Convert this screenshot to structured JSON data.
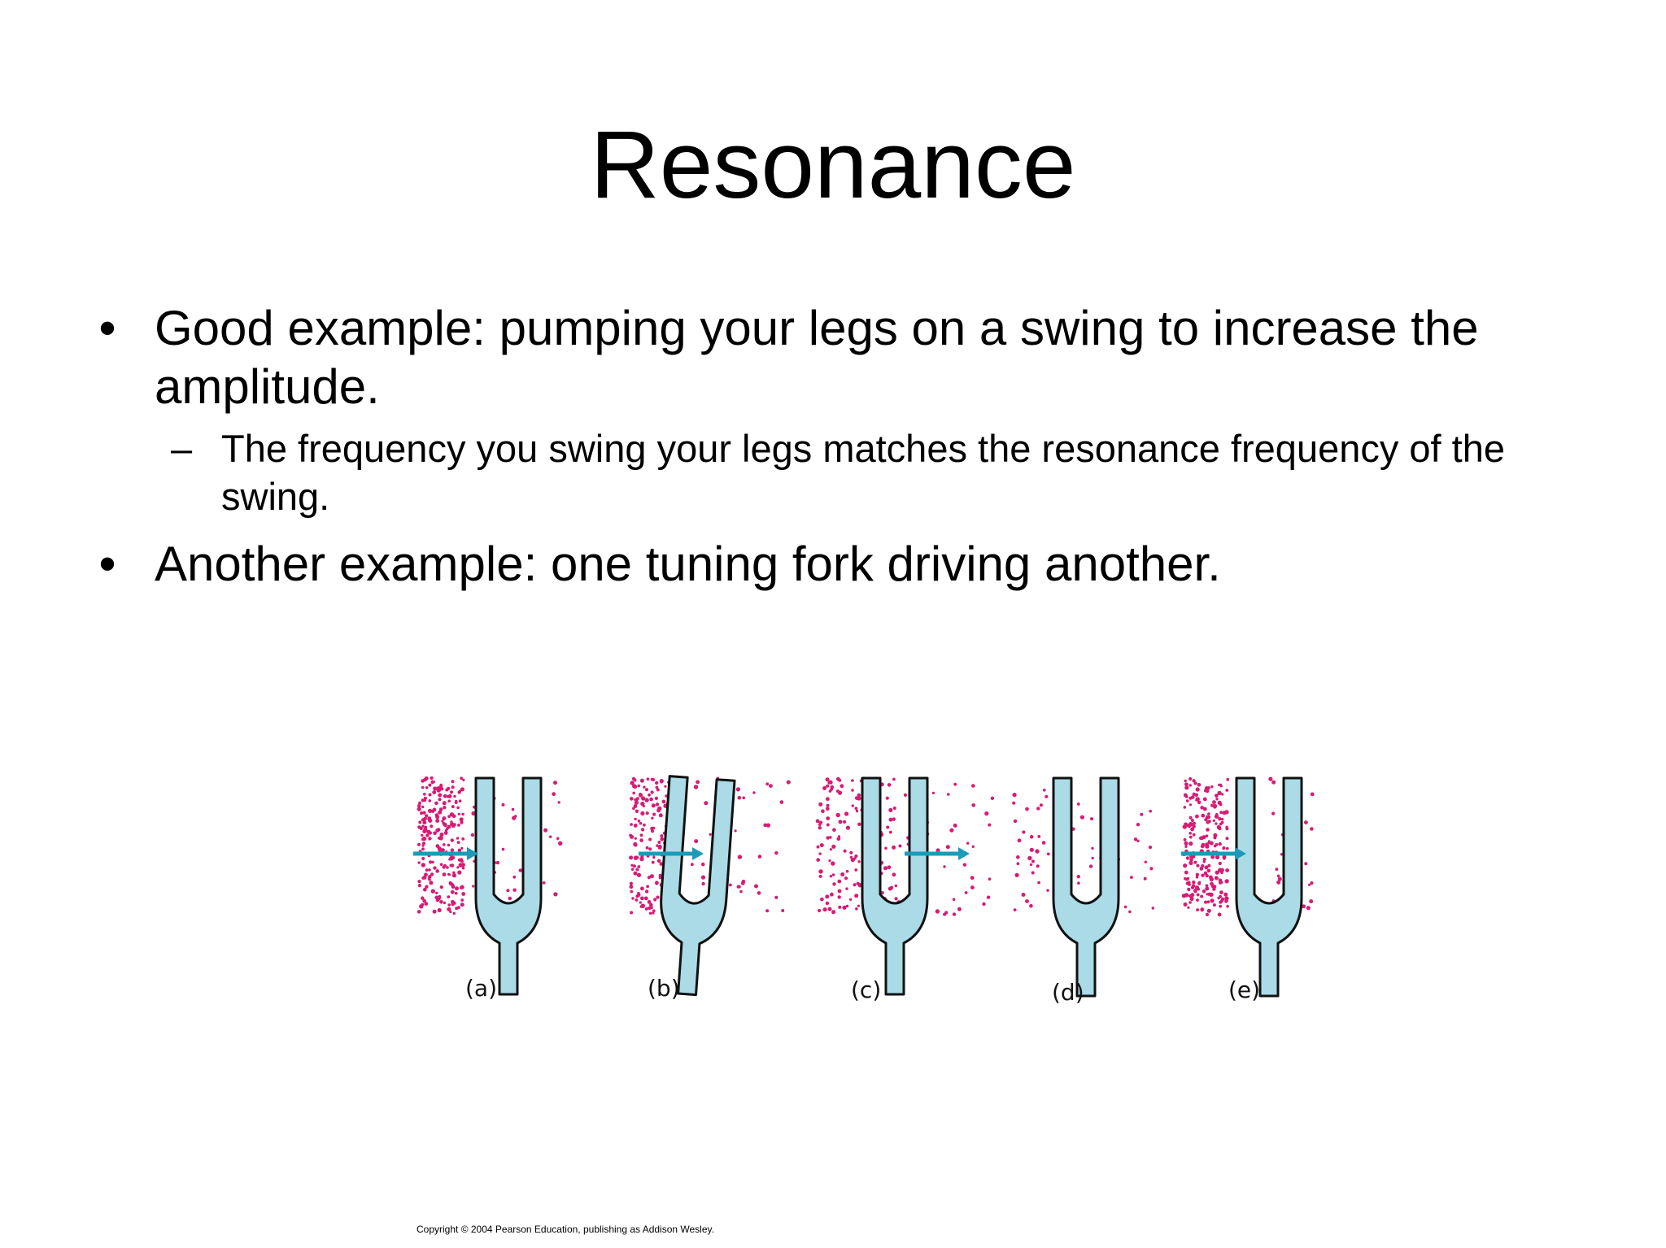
{
  "slide": {
    "title": "Resonance",
    "bullets": [
      {
        "text": "Good example: pumping your legs on a swing to increase the amplitude.",
        "subitems": [
          "The frequency you swing your legs matches the resonance frequency of the swing."
        ]
      },
      {
        "text": "Another example: one tuning fork driving another.",
        "subitems": []
      }
    ],
    "bullet_marker": "•",
    "sub_marker": "–"
  },
  "figure": {
    "panels": [
      "(a)",
      "(b)",
      "(c)",
      "(d)",
      "(e)"
    ],
    "colors": {
      "fork_fill": "#aadbe6",
      "fork_outline": "#111111",
      "dots": "#d81b74",
      "arrow": "#1e9ab8"
    }
  },
  "copyright": "Copyright © 2004 Pearson Education, publishing as Addison Wesley."
}
